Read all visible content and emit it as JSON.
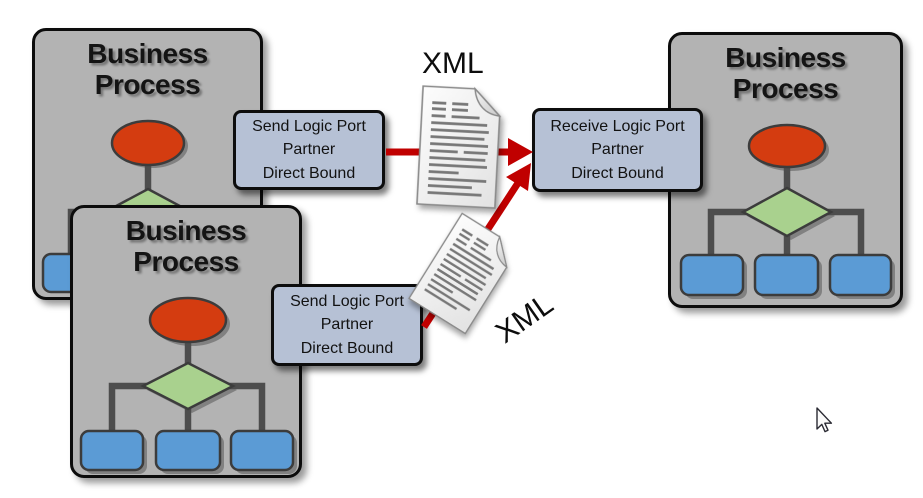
{
  "diagram": {
    "process_boxes": [
      {
        "title": "Business Process"
      },
      {
        "title": "Business Process"
      },
      {
        "title": "Business Process"
      }
    ],
    "ports": {
      "send1": {
        "label": "Send Logic Port\nPartner\nDirect Bound"
      },
      "send2": {
        "label": "Send Logic Port\nPartner\nDirect Bound"
      },
      "receive": {
        "label": "Receive Logic Port\nPartner\nDirect Bound"
      }
    },
    "documents": [
      {
        "label": "XML"
      },
      {
        "label": "XML"
      }
    ],
    "colors": {
      "process_fill": "#b3b3b3",
      "port_fill": "#b6c1d5",
      "arrow": "#c00000",
      "ellipse": "#d43c10",
      "diamond": "#a9d18e",
      "task": "#5b9bd5",
      "connector": "#4d4d4d"
    }
  }
}
